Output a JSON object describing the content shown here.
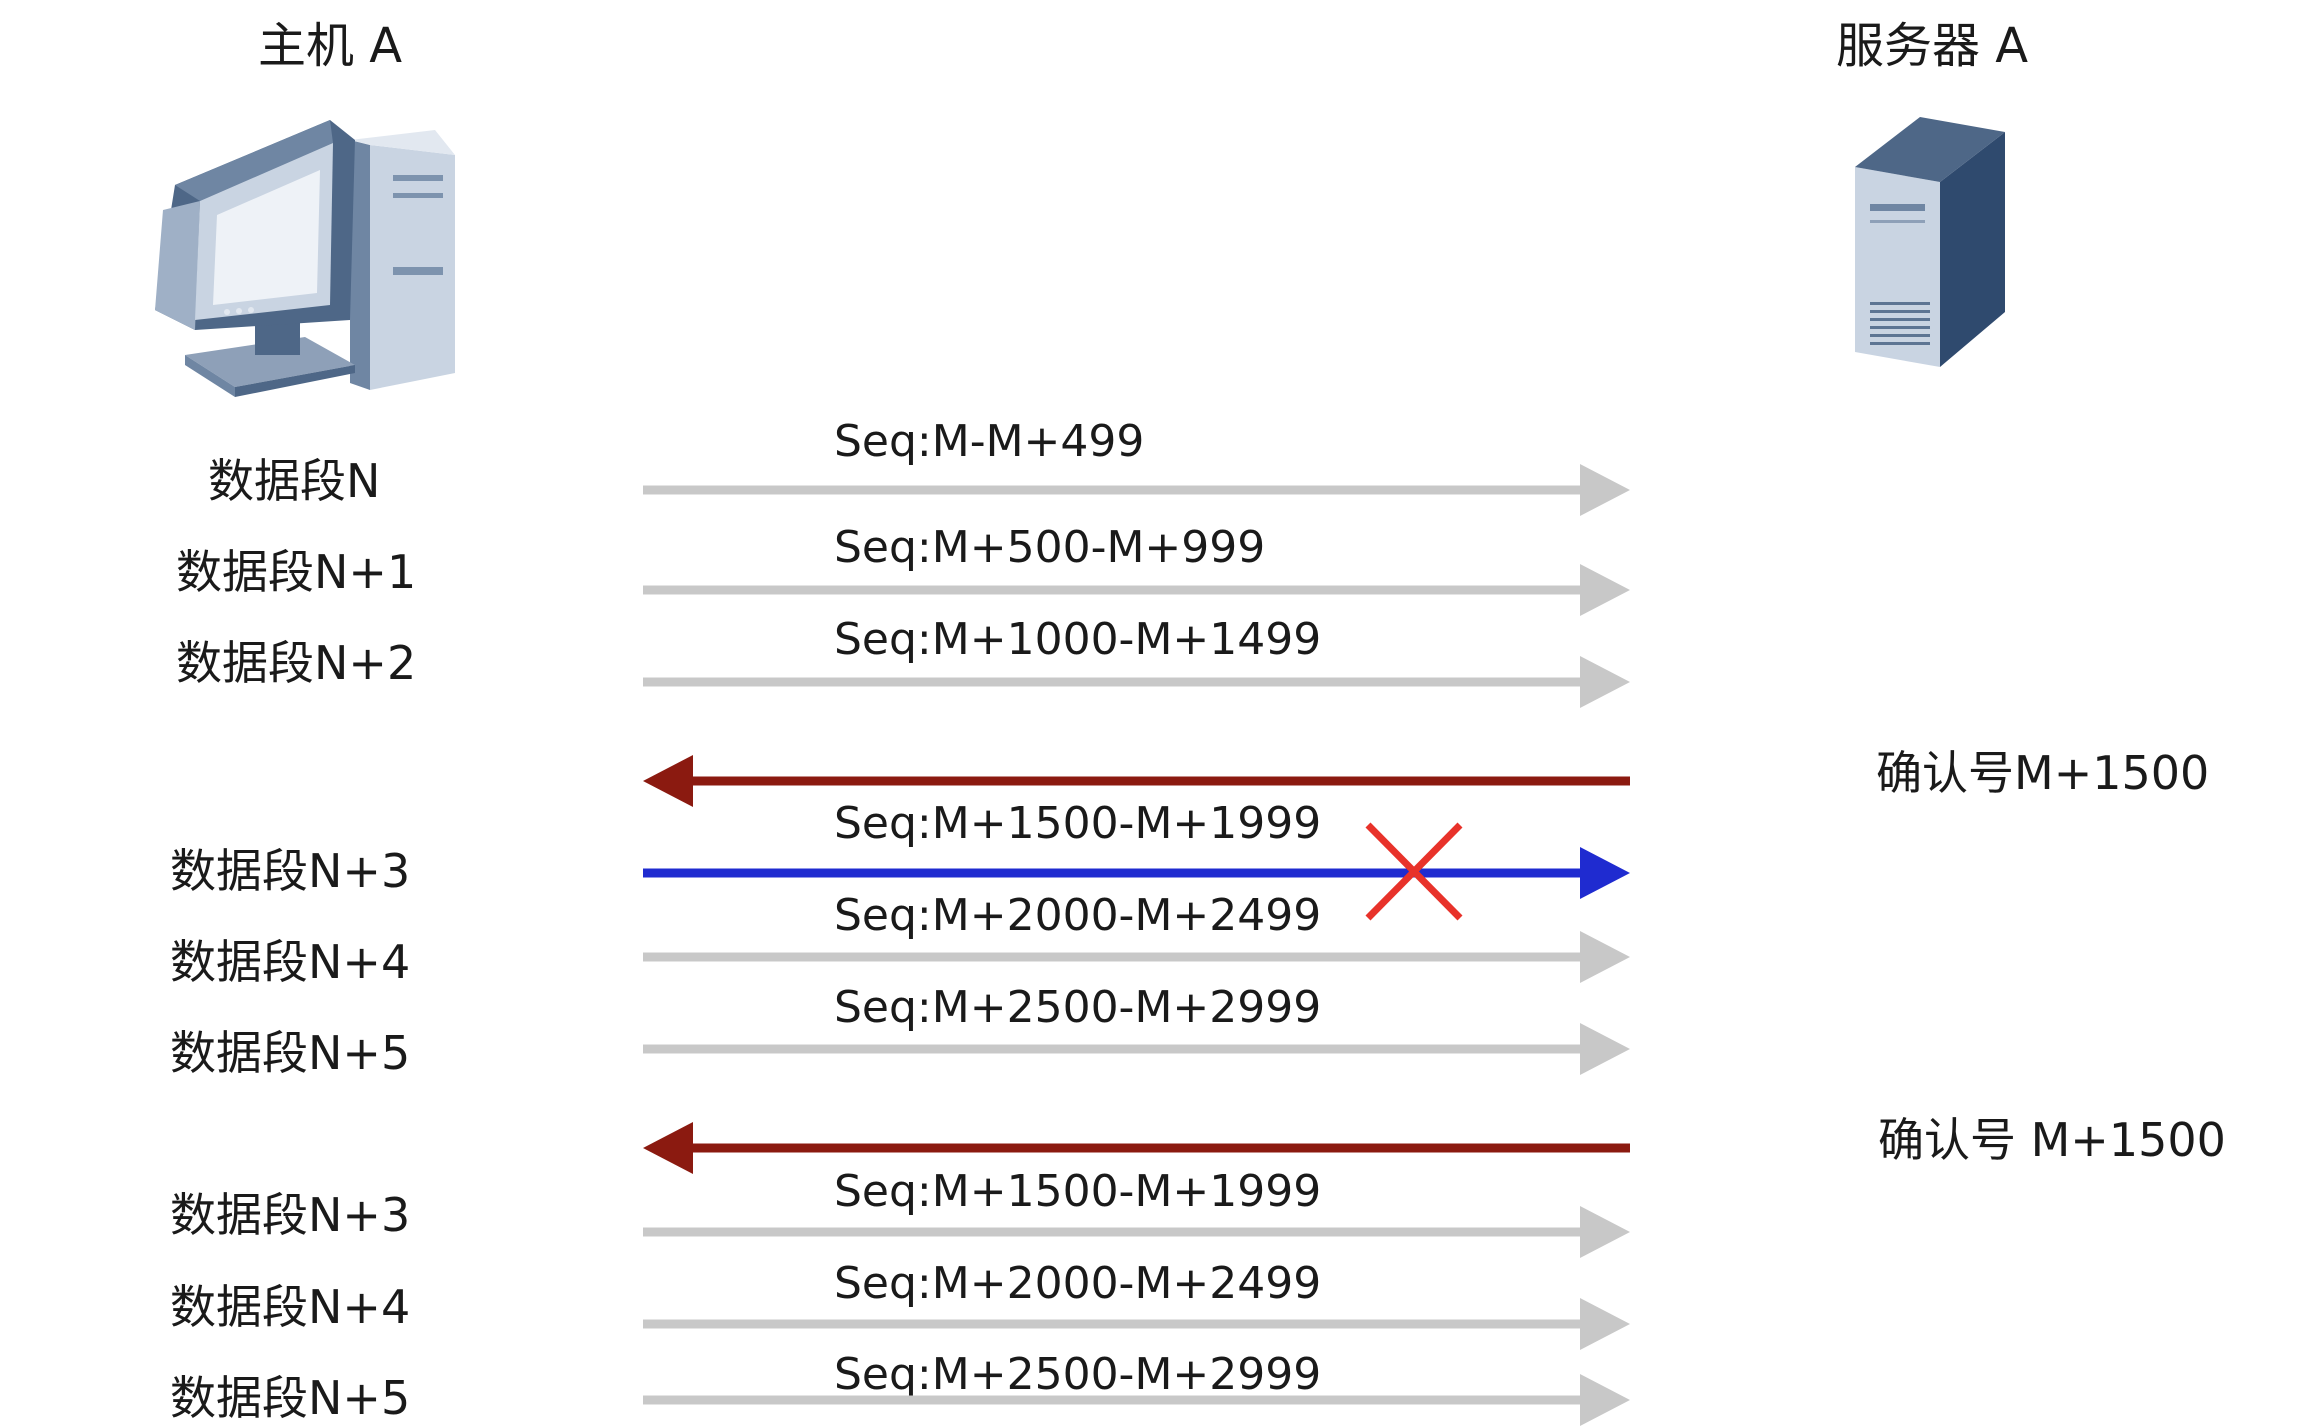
{
  "host": {
    "title": "主机 A",
    "icon": "desktop-computer-icon"
  },
  "server": {
    "title": "服务器 A",
    "icon": "server-tower-icon"
  },
  "colors": {
    "segment_arrow": "#c8c8c8",
    "ack_arrow": "#8b1a10",
    "lost_arrow": "#1f2bd0",
    "loss_mark": "#e8322a",
    "icon_body": "#4e6787",
    "icon_light": "#b9c8da"
  },
  "rows": [
    {
      "segment": "数据段N",
      "seq": "Seq:M-M+499",
      "kind": "segment"
    },
    {
      "segment": "数据段N+1",
      "seq": "Seq:M+500-M+999",
      "kind": "segment"
    },
    {
      "segment": "数据段N+2",
      "seq": "Seq:M+1000-M+1499",
      "kind": "segment"
    },
    {
      "ack": "确认号M+1500",
      "kind": "ack"
    },
    {
      "segment": "数据段N+3",
      "seq": "Seq:M+1500-M+1999",
      "kind": "lost"
    },
    {
      "segment": "数据段N+4",
      "seq": "Seq:M+2000-M+2499",
      "kind": "segment"
    },
    {
      "segment": "数据段N+5",
      "seq": "Seq:M+2500-M+2999",
      "kind": "segment"
    },
    {
      "ack": "确认号 M+1500",
      "kind": "ack"
    },
    {
      "segment": "数据段N+3",
      "seq": "Seq:M+1500-M+1999",
      "kind": "segment"
    },
    {
      "segment": "数据段N+4",
      "seq": "Seq:M+2000-M+2499",
      "kind": "segment"
    },
    {
      "segment": "数据段N+5",
      "seq": "Seq:M+2500-M+2999",
      "kind": "segment"
    }
  ]
}
